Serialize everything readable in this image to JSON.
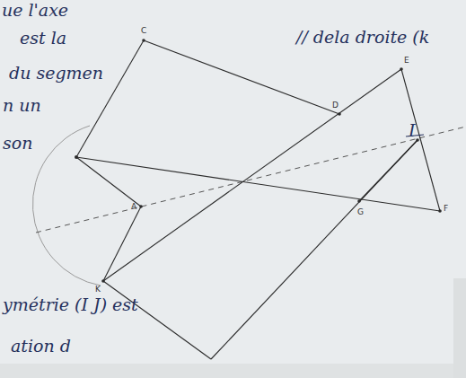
{
  "diagram": {
    "labels": [
      "ue l'axe",
      "est la",
      "du segmen",
      "n un",
      "son",
      "ymétrie (I J) est",
      "ation d",
      "// dela droite (k",
      "C",
      "D",
      "E",
      "I",
      "F",
      "G",
      "K",
      "A"
    ]
  }
}
